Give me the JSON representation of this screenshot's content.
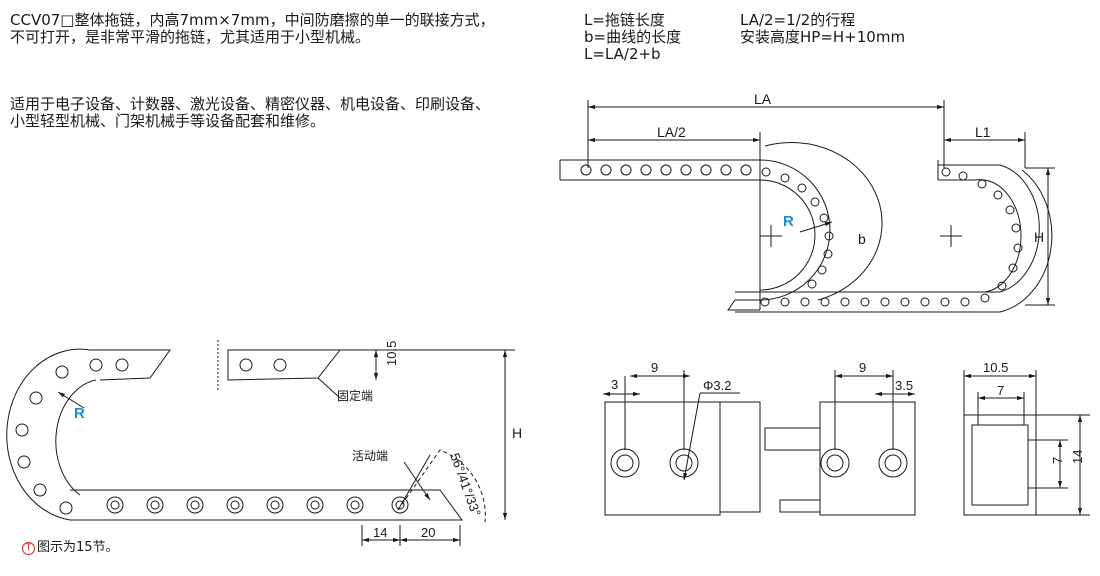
{
  "description": {
    "paragraph1": "CCV07□整体拖链，内高7mm×7mm，中间防磨擦的单一的联接方式，不可打开，是非常平滑的拖链，尤其适用于小型机械。",
    "paragraph2": "适用于电子设备、计数器、激光设备、精密仪器、机电设备、印刷设备、小型轻型机械、门架机械手等设备配套和维修。"
  },
  "legend": {
    "l_def": "L=拖链长度",
    "b_def": "b=曲线的长度",
    "l_formula": "L=LA/2+b",
    "travel": "LA/2=1/2的行程",
    "install_height": "安装高度HP=H+10mm"
  },
  "diagram_top": {
    "la": "LA",
    "la_half": "LA/2",
    "l1": "L1",
    "radius": "R",
    "b": "b",
    "h": "H"
  },
  "diagram_left": {
    "radius": "R",
    "dim_10_5": "10.5",
    "fixed_end": "固定端",
    "moving_end": "活动端",
    "h": "H",
    "angles": "56°/41°/33°",
    "dim_14": "14",
    "dim_20": "20"
  },
  "detail": {
    "dim_3": "3",
    "dim_9a": "9",
    "phi": "Φ3.2",
    "dim_9b": "9",
    "dim_3_5": "3.5",
    "dim_10_5": "10.5",
    "dim_7a": "7",
    "dim_7b": "7",
    "dim_14": "14"
  },
  "note": {
    "marker": "T",
    "text": "图示为15节。"
  }
}
